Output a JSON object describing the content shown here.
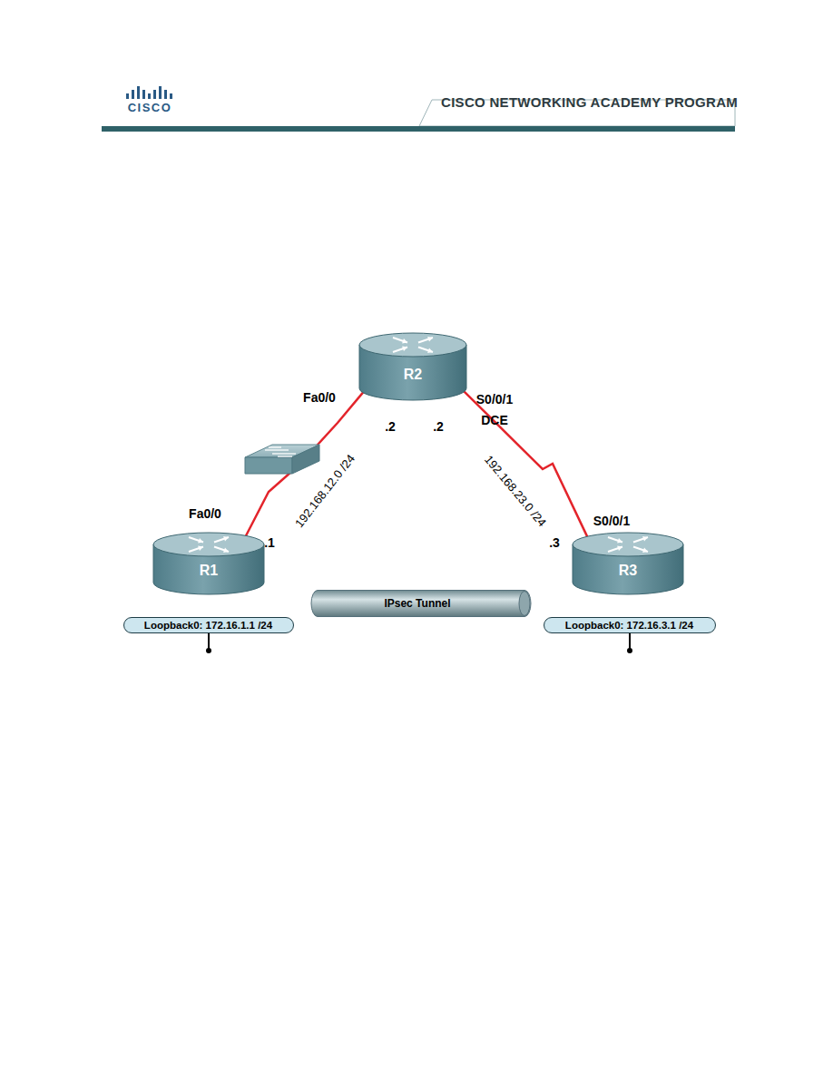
{
  "diagram": {
    "nodes": [
      {
        "text": [
          "R2"
        ]
      },
      {
        "text": [
          "R1"
        ]
      },
      {
        "text": [
          "IPsec Tunnel"
        ]
      },
      {
        "text": [
          "R3"
        ]
      },
      {
        "text": [
          "Loopback0: 172.16.1.1 /24"
        ]
      },
      {
        "text": [
          "Loopback0: 172.16.3.1 /24"
        ]
      }
    ],
    "edges": [
      {
        "from": 1,
        "to": 0,
        "arrow": "none"
      },
      {
        "from": 0,
        "to": 3,
        "arrow": "none"
      }
    ],
    "labels": [
      "CISCO",
      "CISCO NETWORKING ACADEMY PROGRAM",
      "Fa0/0",
      ".2",
      ".2",
      "S0/0/1",
      "DCE",
      "192.168.12.0 /24",
      "192.168.23.0 /24",
      "Fa0/0",
      ".1",
      "S0/0/1",
      ".3"
    ]
  }
}
